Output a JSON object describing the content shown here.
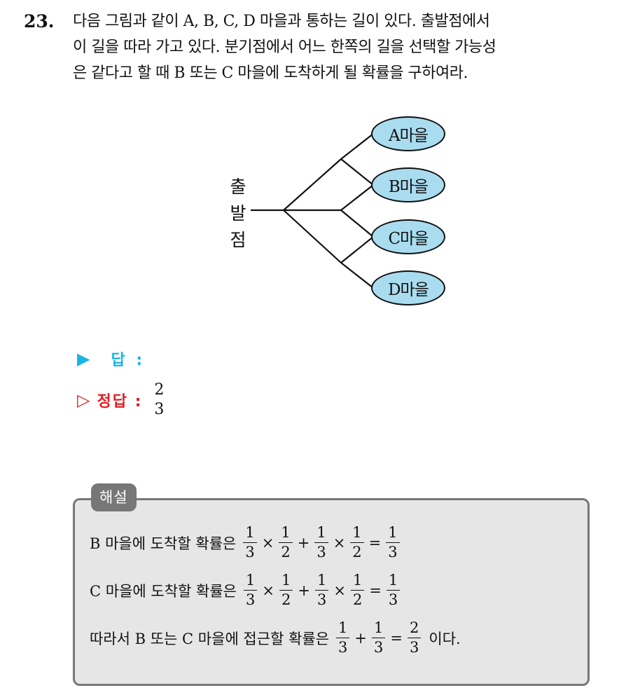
{
  "question": {
    "number": "23.",
    "lines": [
      "다음 그림과 같이 A, B, C, D 마을과 통하는 길이 있다. 출발점에서",
      "이 길을 따라 가고 있다. 분기점에서 어느 한쪽의 길을 선택할 가능성",
      "은 같다고 할 때 B 또는 C 마을에 도착하게 될 확률을 구하여라."
    ]
  },
  "diagram": {
    "start_chars": [
      "출",
      "발",
      "점"
    ],
    "villages": [
      "A마을",
      "B마을",
      "C마을",
      "D마을"
    ],
    "colors": {
      "village_fill": "#a9dcef",
      "line": "#111111"
    }
  },
  "answer": {
    "marker": "▶",
    "label": "답 :"
  },
  "correct": {
    "marker": "▷",
    "label": "정답 :",
    "fraction": {
      "numerator": "2",
      "denominator": "3"
    }
  },
  "explanation": {
    "tab": "해설",
    "line1": {
      "prefix": "B 마을에 도착할 확률은",
      "t1": [
        "1",
        "3"
      ],
      "op1": "×",
      "t2": [
        "1",
        "2"
      ],
      "op2": "+",
      "t3": [
        "1",
        "3"
      ],
      "op3": "×",
      "t4": [
        "1",
        "2"
      ],
      "eq": "=",
      "r": [
        "1",
        "3"
      ]
    },
    "line2": {
      "prefix": "C 마을에 도착할 확률은",
      "t1": [
        "1",
        "3"
      ],
      "op1": "×",
      "t2": [
        "1",
        "2"
      ],
      "op2": "+",
      "t3": [
        "1",
        "3"
      ],
      "op3": "×",
      "t4": [
        "1",
        "2"
      ],
      "eq": "=",
      "r": [
        "1",
        "3"
      ]
    },
    "line3": {
      "prefix": "따라서 B 또는 C 마을에 접근할 확률은",
      "t1": [
        "1",
        "3"
      ],
      "op1": "+",
      "t2": [
        "1",
        "3"
      ],
      "eq": "=",
      "r": [
        "2",
        "3"
      ],
      "suffix": "이다."
    }
  },
  "colors": {
    "accent_blue": "#19b5e6",
    "accent_red": "#e01e26",
    "box_bg": "#e6e6e6",
    "box_border": "#777777"
  }
}
